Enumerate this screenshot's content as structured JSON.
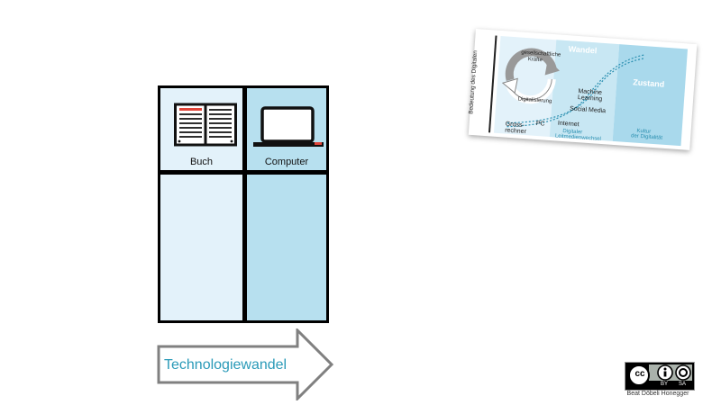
{
  "columns": [
    {
      "label": "Buch",
      "icon": "book-icon"
    },
    {
      "label": "Computer",
      "icon": "laptop-icon"
    }
  ],
  "arrow": {
    "label": "Technologiewandel"
  },
  "thumbnail": {
    "y_axis_label": "Bedeutung des Digitalen",
    "header_wandel": "Wandel",
    "header_zustand": "Zustand",
    "cycle_top": "gesellschaftliche",
    "cycle_top2": "Kräfte",
    "cycle_bottom": "Digitalisierung",
    "tech_items": [
      "Machine",
      "Learning",
      "Social Media",
      "Internet",
      "PC",
      "Gross-",
      "rechner"
    ],
    "footer_left": "Digitaler",
    "footer_left2": "Leitmedienwechsel",
    "footer_right": "Kultur",
    "footer_right2": "der Digitalität"
  },
  "license": {
    "badge_by": "BY",
    "badge_sa": "SA",
    "credit": "Beat Döbeli Honegger"
  },
  "colors": {
    "light_blue": "#e3f2fa",
    "mid_blue": "#b7e0ef",
    "accent_text": "#2a9ab8",
    "arrow_stroke": "#808080"
  }
}
